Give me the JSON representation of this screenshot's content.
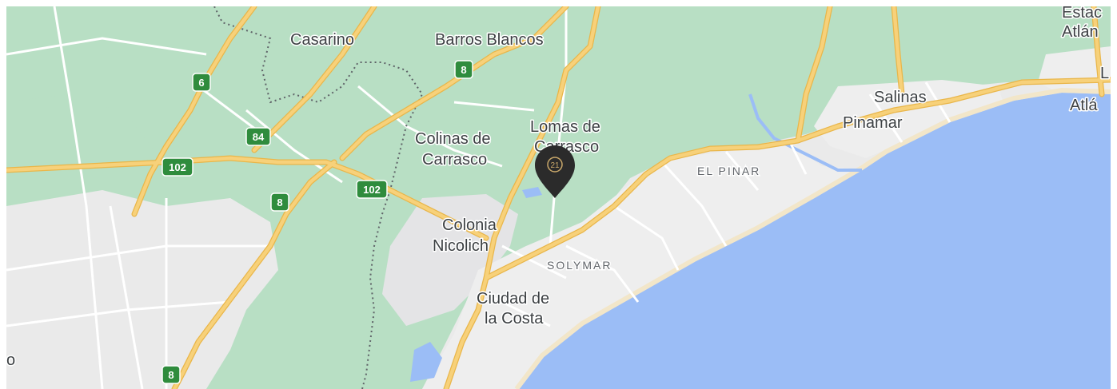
{
  "colors": {
    "water": "#9bbdf6",
    "green_area": "#b8dfc4",
    "urban": "#eaeaea",
    "highway": "#f7d17a",
    "highway_edge": "#e9b64a",
    "road": "#ffffff",
    "route_shield": "#2f8c3d",
    "border": "#5f6368",
    "pin": "#2b2b2b",
    "pin_logo": "#c9a86a"
  },
  "map": {
    "places": [
      {
        "id": "casarino",
        "lines": [
          "Casarino"
        ]
      },
      {
        "id": "barros-blancos",
        "lines": [
          "Barros Blancos"
        ]
      },
      {
        "id": "lomas-de-carrasco",
        "lines": [
          "Lomas de",
          "Carrasco"
        ]
      },
      {
        "id": "colinas-de-carrasco",
        "lines": [
          "Colinas de",
          "Carrasco"
        ]
      },
      {
        "id": "colonia-nicolich",
        "lines": [
          "Colonia",
          "Nicolich"
        ]
      },
      {
        "id": "ciudad-de-la-costa",
        "lines": [
          "Ciudad de",
          "la Costa"
        ]
      },
      {
        "id": "salinas",
        "lines": [
          "Salinas"
        ]
      },
      {
        "id": "pinamar",
        "lines": [
          "Pinamar"
        ]
      },
      {
        "id": "estacion-atlantida-partial",
        "lines": [
          "Estac",
          "Atlán"
        ]
      },
      {
        "id": "atlantida-partial",
        "lines": [
          "L",
          "Atlá"
        ]
      },
      {
        "id": "left-edge-partial",
        "lines": [
          "o"
        ]
      }
    ],
    "districts": [
      {
        "id": "el-pinar",
        "label": "EL PINAR"
      },
      {
        "id": "solymar",
        "label": "SOLYMAR"
      }
    ],
    "route_shields": [
      {
        "id": "route-6",
        "label": "6"
      },
      {
        "id": "route-8-top",
        "label": "8"
      },
      {
        "id": "route-84",
        "label": "84"
      },
      {
        "id": "route-102-left",
        "label": "102"
      },
      {
        "id": "route-102-center",
        "label": "102"
      },
      {
        "id": "route-8-mid",
        "label": "8"
      },
      {
        "id": "route-8-bottom",
        "label": "8"
      }
    ],
    "marker": {
      "logo_text": "21"
    }
  }
}
